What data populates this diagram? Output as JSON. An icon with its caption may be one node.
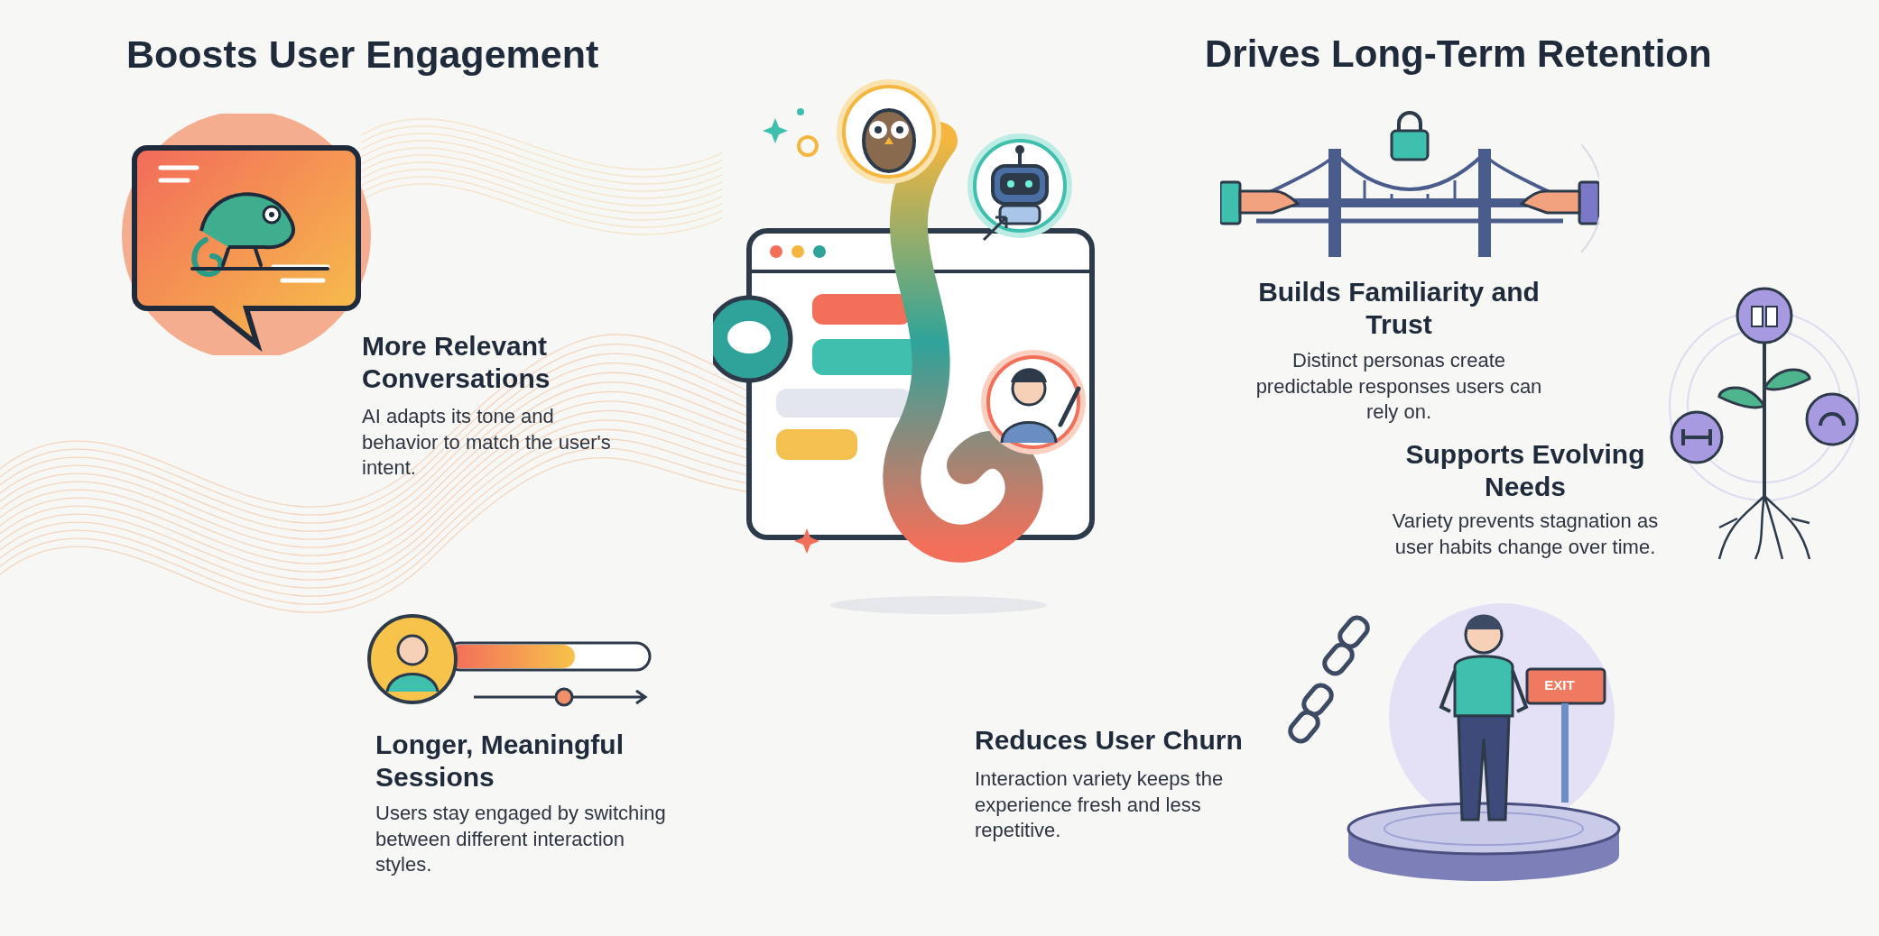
{
  "diagram": {
    "labels": [
      "Boosts User Engagement",
      "Drives Long-Term Retention",
      "More Relevant Conversations",
      "AI adapts its tone and behavior to match the user's intent.",
      "Builds Familiarity and Trust",
      "Distinct personas create predictable responses users can rely on.",
      "Supports Evolving Needs",
      "Variety prevents stagnation as user habits change over time.",
      "Longer, Meaningful Sessions",
      "Users stay engaged by switching between different interaction styles.",
      "Reduces User Churn",
      "Interaction variety keeps the experience fresh and less repetitive.",
      "EXIT"
    ]
  }
}
